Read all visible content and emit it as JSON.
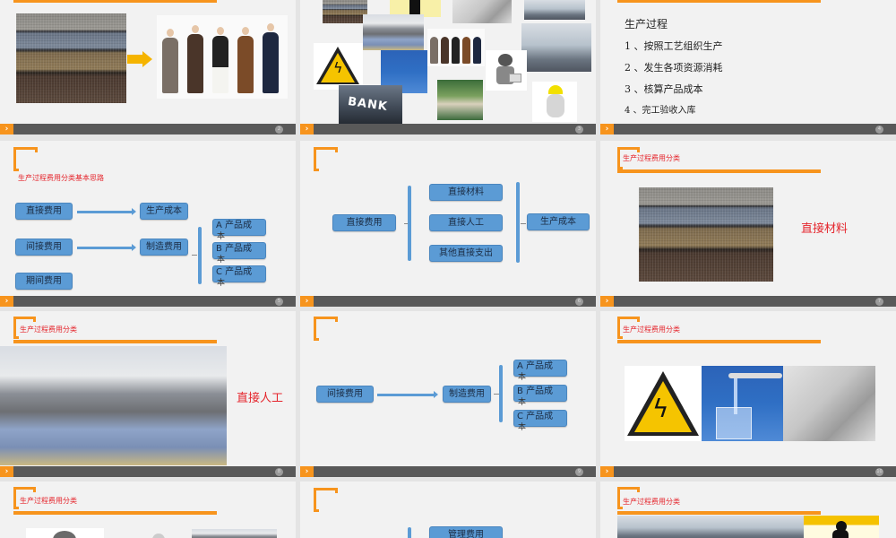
{
  "slides": [
    {
      "page": "2",
      "type": "fabric-to-coats"
    },
    {
      "page": "3",
      "type": "collage",
      "bank_sign": "BANK"
    },
    {
      "page": "4",
      "type": "process-list",
      "heading": "生产过程",
      "items": [
        "1 、按照工艺组织生产",
        "2 、发生各项资源消耗",
        "3 、核算产品成本",
        "4 、完工验收入库"
      ]
    },
    {
      "page": "5",
      "type": "diagram",
      "title": "生产过程费用分类基本思路",
      "left": [
        "直接费用",
        "间接费用",
        "期间费用"
      ],
      "middle": [
        "生产成本",
        "制造费用"
      ],
      "right": [
        {
          "letter": "A",
          "label": "产品成",
          "wrap": "本"
        },
        {
          "letter": "B",
          "label": "产品成",
          "wrap": "本"
        },
        {
          "letter": "C",
          "label": "产品成",
          "wrap": "本"
        }
      ]
    },
    {
      "page": "6",
      "type": "diagram",
      "left": "直接费用",
      "middle": [
        "直接材料",
        "直接人工",
        "其他直接支出"
      ],
      "right": "生产成本"
    },
    {
      "page": "7",
      "type": "image-label",
      "header": "生产过程费用分类",
      "label": "直接材料"
    },
    {
      "page": "8",
      "type": "image-label",
      "header": "生产过程费用分类",
      "label": "直接人工"
    },
    {
      "page": "9",
      "type": "diagram",
      "left": "间接费用",
      "middle": "制造费用",
      "right": [
        {
          "letter": "A",
          "label": "产品成",
          "wrap": "本"
        },
        {
          "letter": "B",
          "label": "产品成",
          "wrap": "本"
        },
        {
          "letter": "C",
          "label": "产品成",
          "wrap": "本"
        }
      ]
    },
    {
      "page": "10",
      "type": "images",
      "header": "生产过程费用分类"
    },
    {
      "page": "11",
      "type": "images",
      "header": "生产过程费用分类"
    },
    {
      "page": "12",
      "type": "diagram",
      "middle": [
        "管理费用"
      ]
    },
    {
      "page": "13",
      "type": "images",
      "header": "生产过程费用分类"
    }
  ],
  "footer": {
    "chevron": "›"
  },
  "colors": {
    "accent": "#f7941d",
    "box": "#5b9bd5",
    "title_red": "#e5262d",
    "footer": "#595959",
    "slide_bg": "#f2f2f2"
  }
}
